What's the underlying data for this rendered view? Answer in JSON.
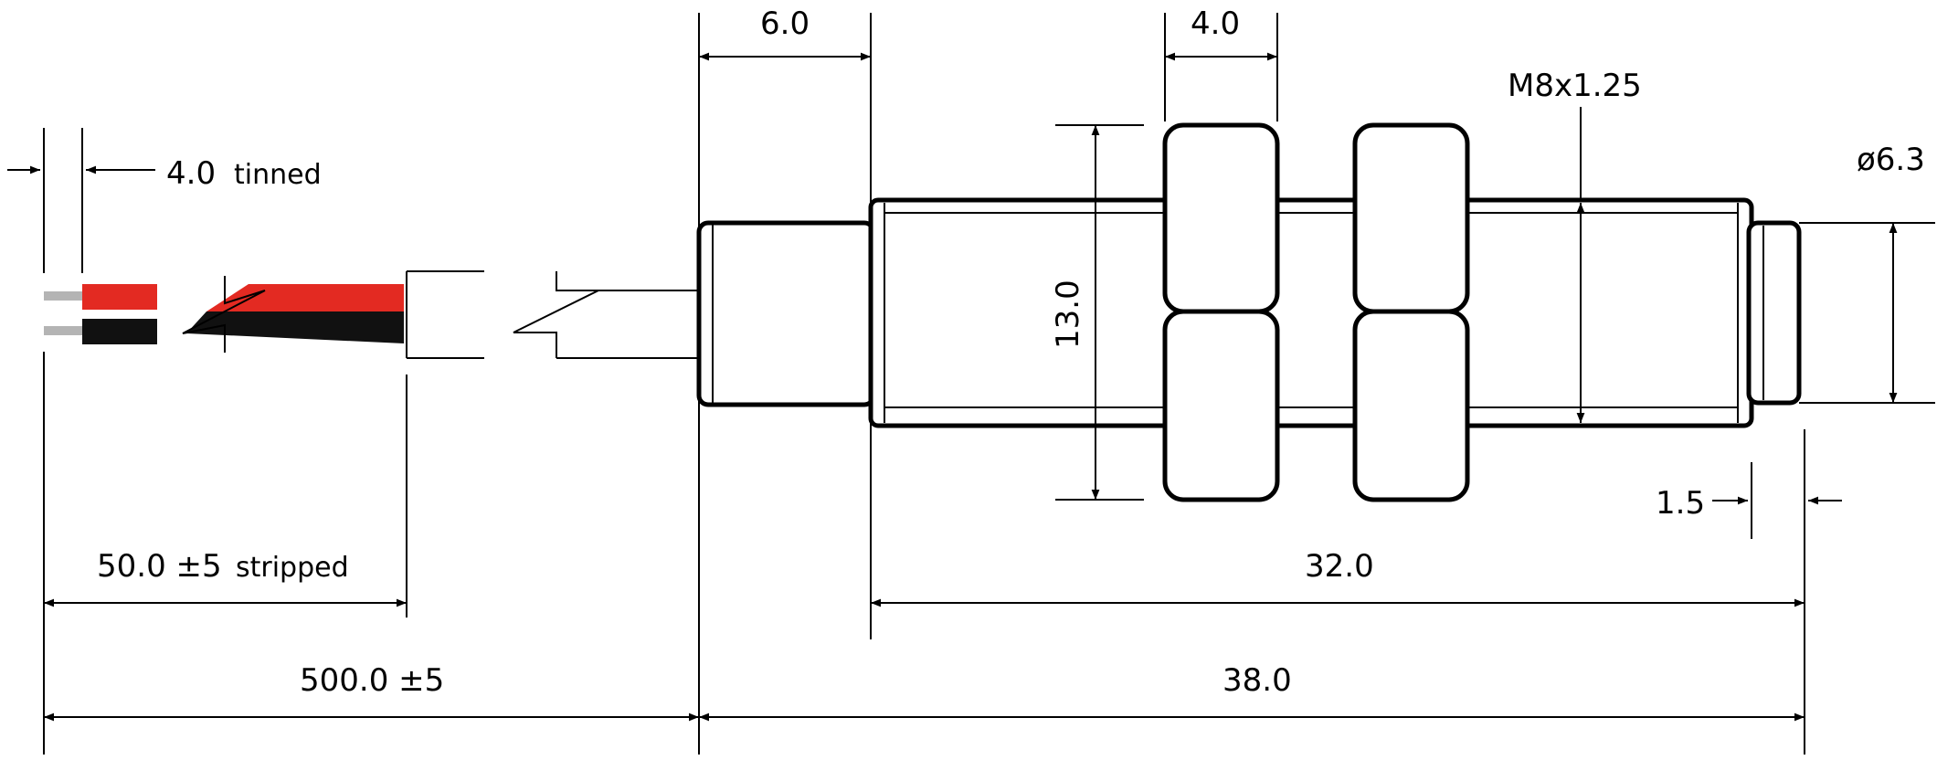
{
  "labels": {
    "strip_length": "4.0",
    "strip_note": "tinned",
    "stripped_length": "50.0 ±5",
    "stripped_note": "stripped",
    "cable_length": "500.0 ±5",
    "nut_height": "13.0",
    "threaded_length": "32.0",
    "overall_length": "38.0",
    "collar_length": "6.0",
    "nut_width": "4.0",
    "thread_spec": "M8x1.25",
    "tip_diameter": "ø6.3",
    "tip_length": "1.5"
  },
  "colors": {
    "wire_red": "#e32a22",
    "wire_black": "#111111",
    "wire_tinned": "#b4b4b4",
    "line": "#000000",
    "background": "#ffffff"
  }
}
